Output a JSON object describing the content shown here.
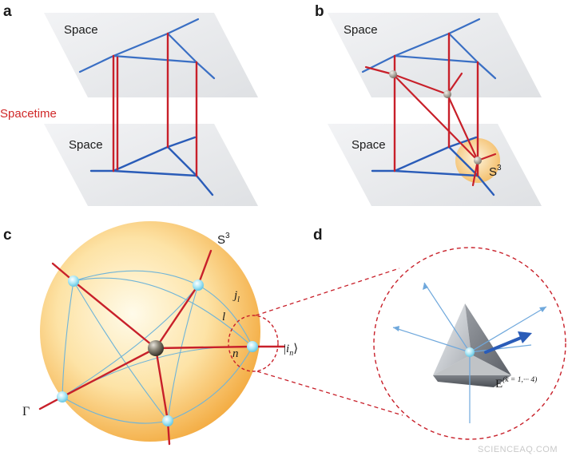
{
  "panels": {
    "a": {
      "letter": "a",
      "space_top": "Space",
      "space_bottom": "Space",
      "spacetime": "Spacetime"
    },
    "b": {
      "letter": "b",
      "space_top": "Space",
      "space_bottom": "Space",
      "s3_base": "S",
      "s3_sup": "3"
    },
    "c": {
      "letter": "c",
      "s3_base": "S",
      "s3_sup": "3",
      "gamma": "Γ",
      "j_base": "j",
      "j_sub": "l",
      "l_label": "l",
      "n_label": "n",
      "ket_open": "|",
      "ket_base": "i",
      "ket_sub": "n",
      "ket_close": "⟩"
    },
    "d": {
      "letter": "d",
      "e_base": "E",
      "e_sup": "(k = 1,··· 4)"
    }
  },
  "watermark": "SCIENCEAQ.COM",
  "colors": {
    "space_edge": "#3a6fc4",
    "spacetime_edge": "#c8202a",
    "plane_fill": "#e9eaec",
    "sphere_glow": "#f7b34a",
    "node_fill": "#9fe0f2",
    "dashed": "#c8202a",
    "thin_blue": "#8ab6e0"
  }
}
